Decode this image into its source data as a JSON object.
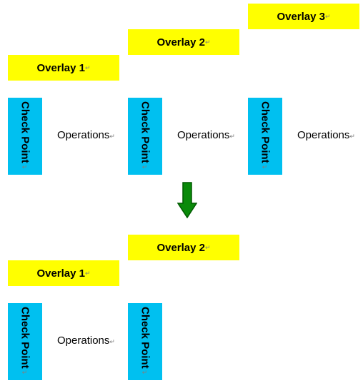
{
  "colors": {
    "overlay": "#ffff00",
    "checkpoint": "#00c0f0",
    "arrow_fill": "#0a8a0a",
    "arrow_stroke": "#005a00",
    "paragraph_mark": "#7f7f7f"
  },
  "paragraph_mark": "↵",
  "top_group": {
    "overlays": [
      {
        "label": "Overlay 1"
      },
      {
        "label": "Overlay 2"
      },
      {
        "label": "Overlay 3"
      }
    ],
    "checkpoints": [
      {
        "label": "Check Point"
      },
      {
        "label": "Check Point"
      },
      {
        "label": "Check Point"
      }
    ],
    "operations": [
      {
        "label": "Operations"
      },
      {
        "label": "Operations"
      },
      {
        "label": "Operations"
      }
    ]
  },
  "arrow_icon": "down-arrow-icon",
  "bottom_group": {
    "overlays": [
      {
        "label": "Overlay 1"
      },
      {
        "label": "Overlay 2"
      }
    ],
    "checkpoints": [
      {
        "label": "Check Point"
      },
      {
        "label": "Check Point"
      }
    ],
    "operations": [
      {
        "label": "Operations"
      }
    ]
  }
}
